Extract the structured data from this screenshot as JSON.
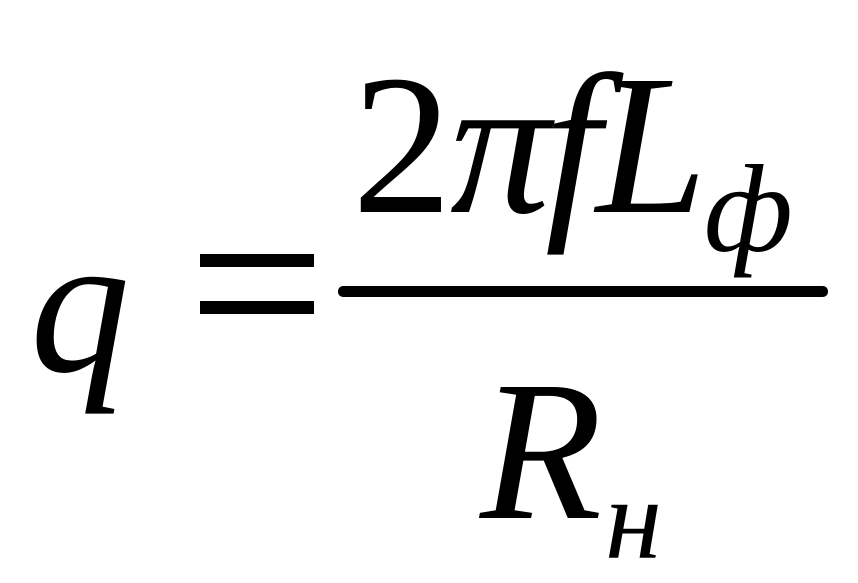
{
  "formula": {
    "lhs": "q",
    "equals": "=",
    "numerator": {
      "coefficient": "2",
      "pi": "π",
      "f": "f",
      "L": "L",
      "L_subscript": "ф"
    },
    "denominator": {
      "R": "R",
      "R_subscript": "н"
    }
  }
}
